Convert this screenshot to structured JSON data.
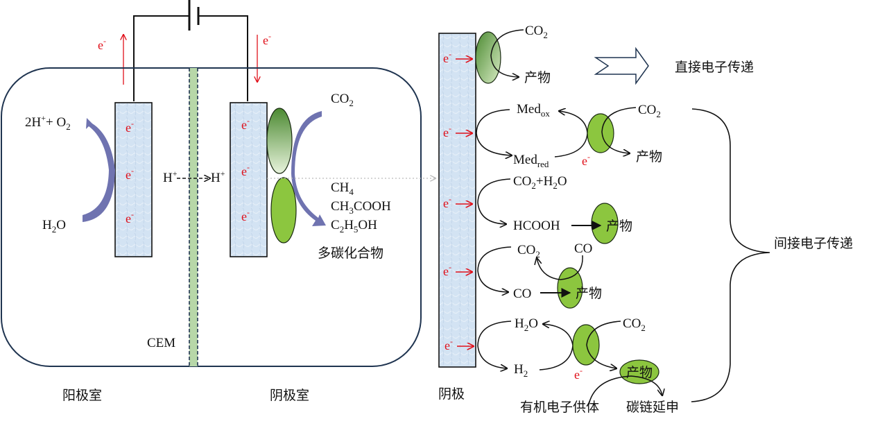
{
  "left_cell": {
    "anode_chamber_label": "阳极室",
    "cathode_chamber_label": "阴极室",
    "membrane_label": "CEM",
    "electron": "e",
    "electron_charge": "-",
    "anode_product": {
      "prefix": "2H",
      "sup": "+",
      "mid": "+ O",
      "sub": "2"
    },
    "anode_reactant": {
      "a": "H",
      "sub": "2",
      "b": "O"
    },
    "proton_left": {
      "base": "H",
      "sup": "+"
    },
    "proton_right": {
      "base": "H",
      "sup": "+"
    },
    "cathode_reactant": {
      "base": "CO",
      "sub": "2"
    },
    "products": [
      {
        "parts": [
          [
            "CH",
            ""
          ],
          [
            "4",
            "sub"
          ]
        ]
      },
      {
        "parts": [
          [
            "CH",
            ""
          ],
          [
            "3",
            "sub"
          ],
          [
            "COOH",
            ""
          ]
        ]
      },
      {
        "parts": [
          [
            "C",
            ""
          ],
          [
            "2",
            "sub"
          ],
          [
            "H",
            ""
          ],
          [
            "5",
            "sub"
          ],
          [
            "OH",
            ""
          ]
        ]
      }
    ],
    "multi_carbon_label": "多碳化合物"
  },
  "right_panel": {
    "cathode_label": "阴极",
    "direct_label": "直接电子传递",
    "indirect_label": "间接电子传递",
    "product_label": "产物",
    "co2": {
      "base": "CO",
      "sub": "2"
    },
    "med_ox": {
      "base": "Med",
      "sub": "ox"
    },
    "med_red": {
      "base": "Med",
      "sub": "red"
    },
    "co2_h2o": {
      "a": "CO",
      "s1": "2",
      "b": "+H",
      "s2": "2",
      "c": "O"
    },
    "hcooh": "HCOOH",
    "co": "CO",
    "h2o": {
      "a": "H",
      "sub": "2",
      "b": "O"
    },
    "h2": {
      "a": "H",
      "sub": "2"
    },
    "organic_donor_label": "有机电子供体",
    "chain_elongation_label": "碳链延申"
  },
  "colors": {
    "electron": "#e0101a",
    "electrode_fill": "#cfe0f1",
    "membrane_fill": "#b7d7a8",
    "chamber_border": "#1f3450",
    "flow_arrow": "#6f73b0",
    "microbe_light": "#8cc63f",
    "microbe_dark": "#3f7a28"
  }
}
